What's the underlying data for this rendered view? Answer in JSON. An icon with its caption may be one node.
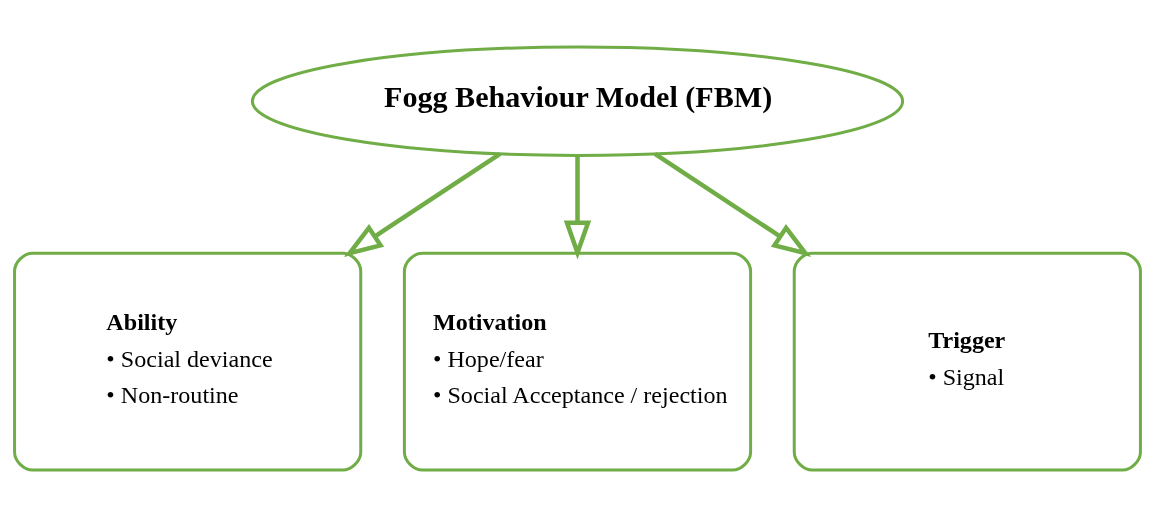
{
  "diagram": {
    "nodes": [
      {
        "text": [
          "Fogg Behaviour Model (FBM)"
        ]
      },
      {
        "text": [
          "Ability",
          "• Social deviance",
          "• Non-routine"
        ]
      },
      {
        "text": [
          "Motivation",
          "• Hope/fear",
          "• Social Acceptance / rejection"
        ]
      },
      {
        "text": [
          "Trigger",
          "• Signal"
        ]
      }
    ],
    "edges": [
      {
        "from": 0,
        "to": 1,
        "arrow": "to"
      },
      {
        "from": 0,
        "to": 2,
        "arrow": "to"
      },
      {
        "from": 0,
        "to": 3,
        "arrow": "to"
      }
    ]
  }
}
